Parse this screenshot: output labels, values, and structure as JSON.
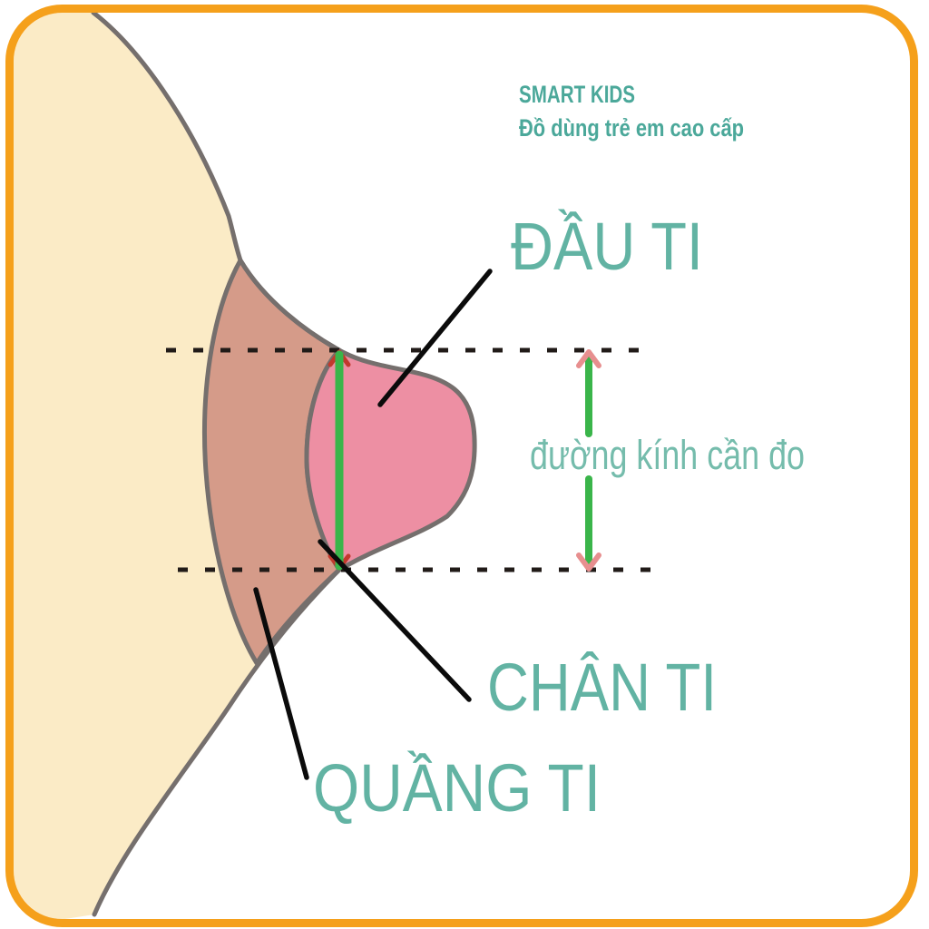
{
  "brand": {
    "name": "SMART KIDS",
    "tagline": "Đồ dùng trẻ em cao cấp",
    "color": "#4BA89A"
  },
  "labels": {
    "nipple_tip": "ĐẦU TI",
    "nipple_base": "CHÂN TI",
    "areola": "QUẦNG TI",
    "diameter_note": "đường kính cần đo",
    "heading_color": "#62B3A3",
    "note_color": "#75BCAC"
  },
  "figure": {
    "background": "#FFFFFF",
    "frame_color": "#F5A01B",
    "breast_fill": "#FBEBC6",
    "areola_fill": "#D59B89",
    "nipple_fill": "#ED8FA3",
    "outline_color": "#756F6D",
    "measure_line_color": "#3AB54A",
    "left_arrowhead_color": "#C2392D",
    "right_arrowhead_color": "#E78F8F",
    "dotted_line_color": "#211B18",
    "pointer_line_color": "#0B0B0B"
  }
}
